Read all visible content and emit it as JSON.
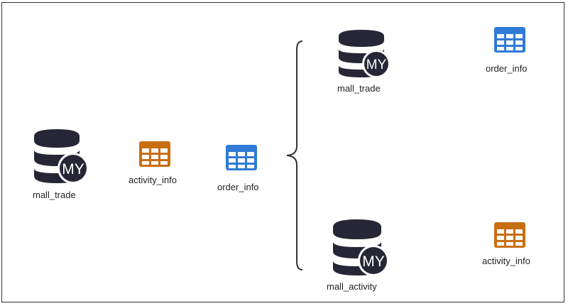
{
  "source": {
    "database": {
      "name": "mall_trade",
      "engine_badge": "MY",
      "icon": "mysql-database-icon"
    },
    "tables": [
      {
        "name": "activity_info",
        "icon": "table-icon",
        "color": "#c86e12"
      },
      {
        "name": "order_info",
        "icon": "table-icon",
        "color": "#2f7bd6"
      }
    ]
  },
  "targets": [
    {
      "database": {
        "name": "mall_trade",
        "engine_badge": "MY",
        "icon": "mysql-database-icon"
      },
      "table": {
        "name": "order_info",
        "icon": "table-icon",
        "color": "#2f7bd6"
      }
    },
    {
      "database": {
        "name": "mall_activity",
        "engine_badge": "MY",
        "icon": "mysql-database-icon"
      },
      "table": {
        "name": "activity_info",
        "icon": "table-icon",
        "color": "#c86e12"
      }
    }
  ],
  "colors": {
    "database": "#262636",
    "badge_text": "#ffffff",
    "connector": "#333333"
  }
}
